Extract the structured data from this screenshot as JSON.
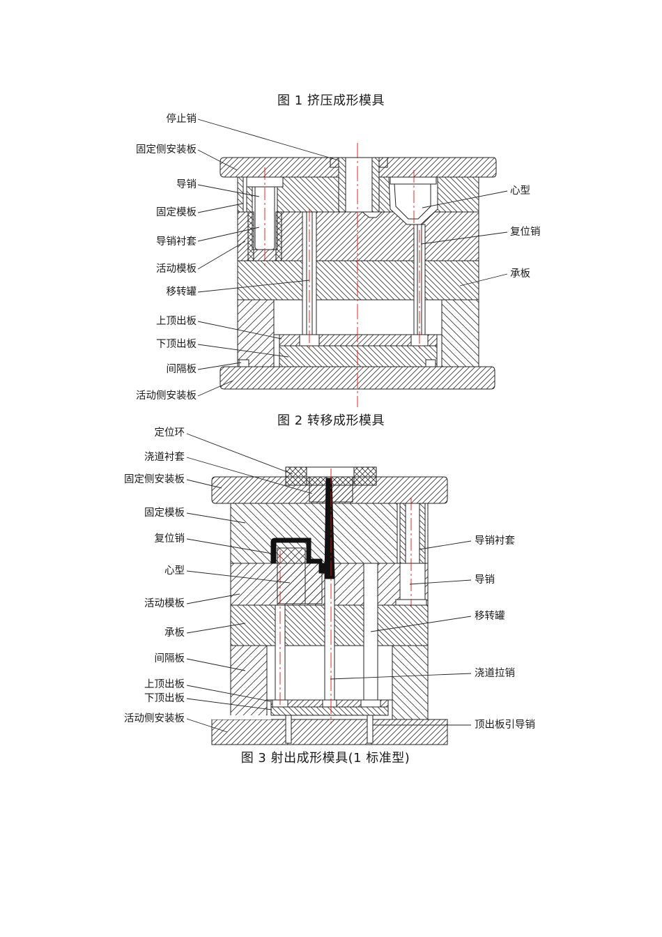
{
  "captions": {
    "fig1": "图 1 挤压成形模具",
    "fig2": "图 2 转移成形模具",
    "fig3": "图 3 射出成形模具(1 标准型)"
  },
  "fig2_labels": {
    "left": [
      "停止销",
      "固定侧安装板",
      "导销",
      "固定模板",
      "导销衬套",
      "活动模板",
      "移转罐",
      "上顶出板",
      "下顶出板",
      "间隔板",
      "活动侧安装板"
    ],
    "right": [
      "心型",
      "复位销",
      "承板"
    ]
  },
  "fig3_labels": {
    "left": [
      "定位环",
      "浇道衬套",
      "固定侧安装板",
      "固定模板",
      "复位销",
      "心型",
      "活动模板",
      "承板",
      "间隔板",
      "上顶出板",
      "下顶出板",
      "活动侧安装板"
    ],
    "right": [
      "导销衬套",
      "导销",
      "移转罐",
      "浇道拉销",
      "顶出板引导销"
    ]
  }
}
